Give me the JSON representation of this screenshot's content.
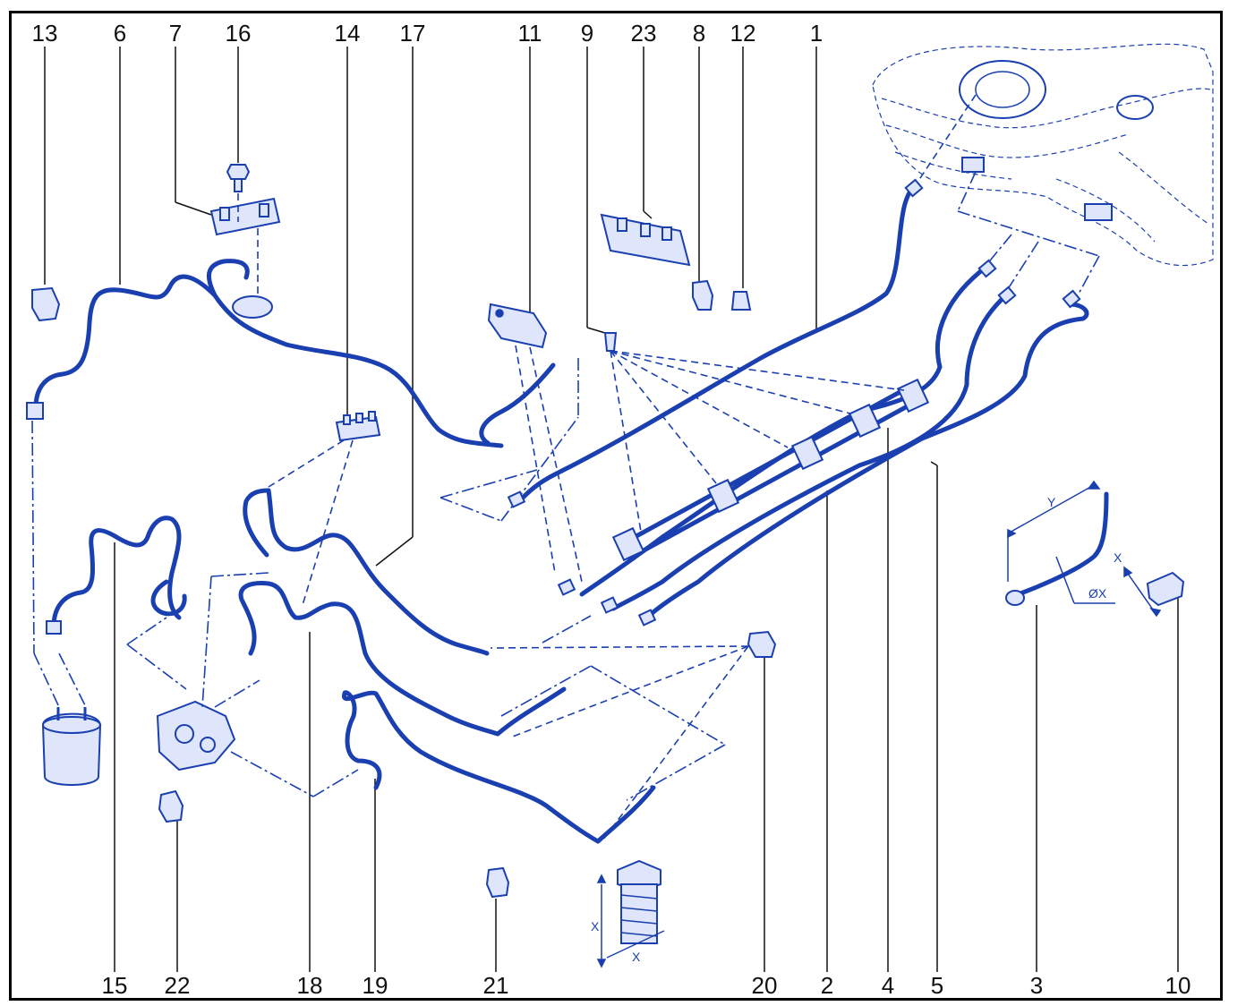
{
  "accent_color": "#1a3fb0",
  "labels_top": [
    "13",
    "6",
    "7",
    "16",
    "14",
    "17",
    "11",
    "9",
    "23",
    "8",
    "12",
    "1"
  ],
  "labels_bottom": [
    "15",
    "22",
    "18",
    "19",
    "21",
    "20",
    "2",
    "4",
    "5",
    "3",
    "10"
  ],
  "dimension_marks": {
    "pipe_length": "Y",
    "pipe_diameter": "ØX",
    "union_size": "X",
    "bolt_length": "X",
    "bolt_width": "X"
  }
}
